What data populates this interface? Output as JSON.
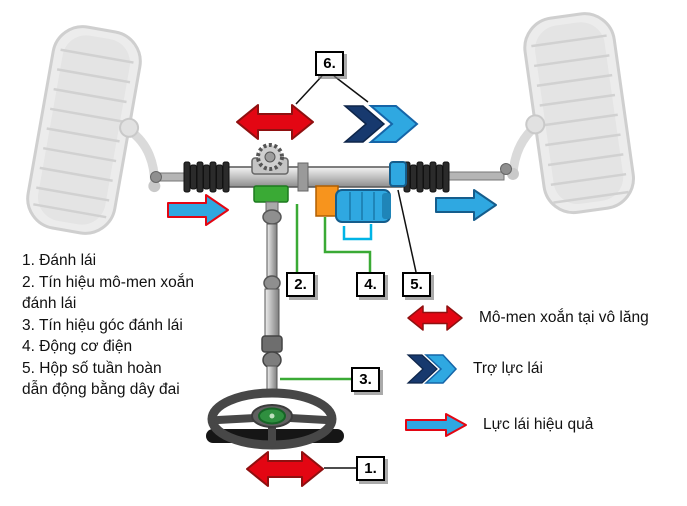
{
  "callouts": {
    "n1": "1.",
    "n2": "2.",
    "n3": "3.",
    "n4": "4.",
    "n5": "5.",
    "n6": "6."
  },
  "left_legend": {
    "lines": [
      "1. Đánh lái",
      "2. Tín hiệu mô-men xoắn",
      "đánh lái",
      "3. Tín hiệu góc đánh lái",
      "4. Động cơ điện",
      "5. Hộp số tuần hoàn",
      "dẫn động bằng dây đai"
    ]
  },
  "right_legend": {
    "items": [
      {
        "icon": "red-double-arrow-icon",
        "label": "Mô-men xoắn tại vô lăng"
      },
      {
        "icon": "assist-zigzag-arrow-icon",
        "label": "Trợ lực lái"
      },
      {
        "icon": "effective-force-arrow-icon",
        "label": "Lực lái hiệu quả"
      }
    ]
  },
  "colors": {
    "torque_red": "#e30613",
    "assist_blue": "#2fa8e1",
    "assist_navy": "#17396e",
    "signal_green": "#3aaa35",
    "motor_orange": "#f7941d",
    "effective_cyan": "#00b4e6"
  }
}
